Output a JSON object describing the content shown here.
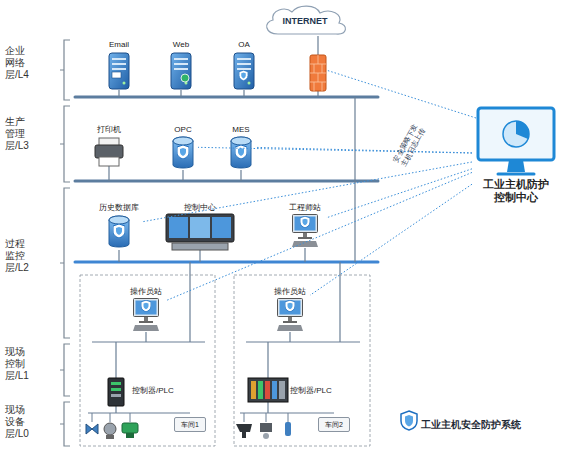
{
  "diagram": {
    "nodes": [
      {
        "text": [
          "INTERNET"
        ]
      },
      {
        "text": [
          "Email"
        ]
      },
      {
        "text": [
          "Web"
        ]
      },
      {
        "text": [
          "OA"
        ]
      },
      {
        "text": [
          "工业主机防护控制中心"
        ]
      },
      {
        "text": [
          "打印机"
        ]
      },
      {
        "text": [
          "OPC"
        ]
      },
      {
        "text": [
          "MES"
        ]
      },
      {
        "text": [
          "历史数据库"
        ]
      },
      {
        "text": [
          "控制中心"
        ]
      },
      {
        "text": [
          "工程师站"
        ]
      },
      {
        "text": [
          "操作员站"
        ]
      },
      {
        "text": [
          "操作员站"
        ]
      },
      {
        "text": [
          "控制器/PLC"
        ]
      },
      {
        "text": [
          "控制器/PLC"
        ]
      },
      {
        "text": [
          "车间1"
        ]
      },
      {
        "text": [
          "车间2"
        ]
      }
    ],
    "edges": [
      {
        "from": 4,
        "to": 7,
        "arrow": "none"
      },
      {
        "from": 4,
        "to": 6,
        "arrow": "none"
      },
      {
        "from": 4,
        "to": 8,
        "arrow": "none"
      },
      {
        "from": 4,
        "to": 10,
        "arrow": "none"
      },
      {
        "from": 4,
        "to": 11,
        "arrow": "none"
      },
      {
        "from": 4,
        "to": 12,
        "arrow": "none"
      }
    ],
    "labels": [
      "企业网络层/L4",
      "生产管理层/L3",
      "过程监控层/L2",
      "现场控制层/L1",
      "现场设备层/L0",
      "安全策略下发 主机日志上传"
    ],
    "legend": [
      {
        "text": "工业主机安全防护系统"
      }
    ]
  }
}
